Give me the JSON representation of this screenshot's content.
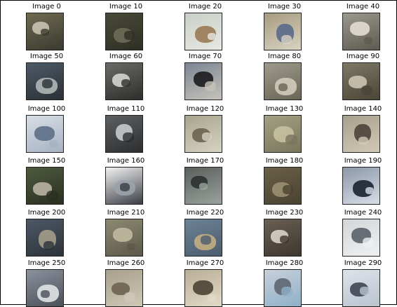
{
  "images": [
    {
      "title": "Image 0",
      "bg": "#6f6a52",
      "fg": "#c9c2b0",
      "fg2": "#3a3a2e"
    },
    {
      "title": "Image 10",
      "bg": "#4a4a3a",
      "fg": "#6d6a58",
      "fg2": "#2e2e24"
    },
    {
      "title": "Image 20",
      "bg": "#c9d0c8",
      "fg": "#9a7a55",
      "fg2": "#e6e8e2"
    },
    {
      "title": "Image 30",
      "bg": "#a79c80",
      "fg": "#5a6c88",
      "fg2": "#d8d2c2"
    },
    {
      "title": "Image 40",
      "bg": "#9b988e",
      "fg": "#e3ddd3",
      "fg2": "#5e5a50"
    },
    {
      "title": "Image 50",
      "bg": "#4d5a66",
      "fg": "#b0b6b6",
      "fg2": "#2a3036"
    },
    {
      "title": "Image 60",
      "bg": "#6a6a66",
      "fg": "#d4d4d0",
      "fg2": "#2e2e2c"
    },
    {
      "title": "Image 70",
      "bg": "#7c8694",
      "fg": "#1c1c1e",
      "fg2": "#c5c2b8"
    },
    {
      "title": "Image 80",
      "bg": "#9d9a8c",
      "fg": "#d0cbbb",
      "fg2": "#6a6656"
    },
    {
      "title": "Image 90",
      "bg": "#7e7866",
      "fg": "#cbc4b0",
      "fg2": "#4a4536"
    },
    {
      "title": "Image 100",
      "bg": "#d8dee6",
      "fg": "#5d6f86",
      "fg2": "#a6b3c2"
    },
    {
      "title": "Image 110",
      "bg": "#5d6062",
      "fg": "#c7cacc",
      "fg2": "#2c2e30"
    },
    {
      "title": "Image 120",
      "bg": "#a8a58e",
      "fg": "#6c6350",
      "fg2": "#d6d2c2"
    },
    {
      "title": "Image 130",
      "bg": "#a3a083",
      "fg": "#c5c09e",
      "fg2": "#7a765c"
    },
    {
      "title": "Image 140",
      "bg": "#a7a08c",
      "fg": "#4c443a",
      "fg2": "#d1c9b6"
    },
    {
      "title": "Image 150",
      "bg": "#4f5a3e",
      "fg": "#b9b2a2",
      "fg2": "#2a2f20"
    },
    {
      "title": "Image 160",
      "bg": "#f2f2f2",
      "fg": "#9aa2aa",
      "fg2": "#3a3e44"
    },
    {
      "title": "Image 170",
      "bg": "#5a5f5a",
      "fg": "#2d3230",
      "fg2": "#9aa29e"
    },
    {
      "title": "Image 180",
      "bg": "#6a6048",
      "fg": "#9a8f72",
      "fg2": "#4a4232"
    },
    {
      "title": "Image 190",
      "bg": "#8c98a8",
      "fg": "#1c2230",
      "fg2": "#d7dde6"
    },
    {
      "title": "Image 200",
      "bg": "#4d5866",
      "fg": "#a39d8a",
      "fg2": "#2c3238"
    },
    {
      "title": "Image 210",
      "bg": "#8d8a72",
      "fg": "#c0b9a0",
      "fg2": "#5c584a"
    },
    {
      "title": "Image 220",
      "bg": "#6d8296",
      "fg": "#c2ad80",
      "fg2": "#4b5d6e"
    },
    {
      "title": "Image 230",
      "bg": "#6a6054",
      "fg": "#d8d2c8",
      "fg2": "#3e362e"
    },
    {
      "title": "Image 240",
      "bg": "#d3d6d8",
      "fg": "#5a6068",
      "fg2": "#eef0f2"
    },
    {
      "title": "Image 250",
      "bg": "#8a929e",
      "fg": "#e0e3e6",
      "fg2": "#4a5058"
    },
    {
      "title": "Image 260",
      "bg": "#a8a08c",
      "fg": "#6e6250",
      "fg2": "#cfc8b6"
    },
    {
      "title": "Image 270",
      "bg": "#b9ae96",
      "fg": "#4b4234",
      "fg2": "#e2dac8"
    },
    {
      "title": "Image 280",
      "bg": "#c8d0da",
      "fg": "#5e6670",
      "fg2": "#8eb0c8"
    },
    {
      "title": "Image 290",
      "bg": "#dde3ea",
      "fg": "#3f4652",
      "fg2": "#b9c3cf"
    }
  ]
}
